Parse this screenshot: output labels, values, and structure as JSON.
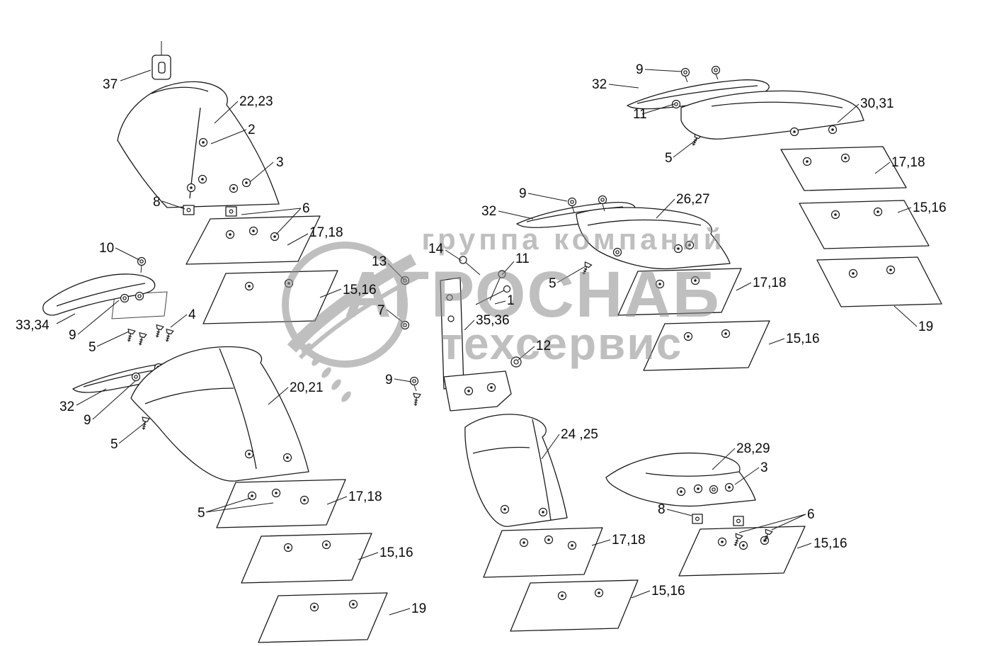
{
  "watermark": {
    "line1": "группа компаний",
    "line2": "АГРОСНАБ",
    "line3": "техсервис"
  },
  "colors": {
    "line": "#1a1a1a",
    "watermark": "#8c8c8c",
    "background": "#ffffff"
  },
  "callouts": [
    {
      "text": "37"
    },
    {
      "text": "22,23"
    },
    {
      "text": "2"
    },
    {
      "text": "3"
    },
    {
      "text": "8"
    },
    {
      "text": "6"
    },
    {
      "text": "17,18"
    },
    {
      "text": "10"
    },
    {
      "text": "15,16"
    },
    {
      "text": "33,34"
    },
    {
      "text": "9"
    },
    {
      "text": "5"
    },
    {
      "text": "4"
    },
    {
      "text": "32"
    },
    {
      "text": "9"
    },
    {
      "text": "5"
    },
    {
      "text": "20,21"
    },
    {
      "text": "5"
    },
    {
      "text": "17,18"
    },
    {
      "text": "15,16"
    },
    {
      "text": "19"
    },
    {
      "text": "13"
    },
    {
      "text": "14"
    },
    {
      "text": "7"
    },
    {
      "text": "11"
    },
    {
      "text": "1"
    },
    {
      "text": "35,36"
    },
    {
      "text": "12"
    },
    {
      "text": "9"
    },
    {
      "text": "24 ,25"
    },
    {
      "text": "17,18"
    },
    {
      "text": "15,16"
    },
    {
      "text": "9"
    },
    {
      "text": "32"
    },
    {
      "text": "11"
    },
    {
      "text": "5"
    },
    {
      "text": "30,31"
    },
    {
      "text": "17,18"
    },
    {
      "text": "15,16"
    },
    {
      "text": "19"
    },
    {
      "text": "26,27"
    },
    {
      "text": "9"
    },
    {
      "text": "32"
    },
    {
      "text": "5"
    },
    {
      "text": "17,18"
    },
    {
      "text": "15,16"
    },
    {
      "text": "28,29"
    },
    {
      "text": "3"
    },
    {
      "text": "8"
    },
    {
      "text": "6"
    },
    {
      "text": "15,16"
    }
  ]
}
